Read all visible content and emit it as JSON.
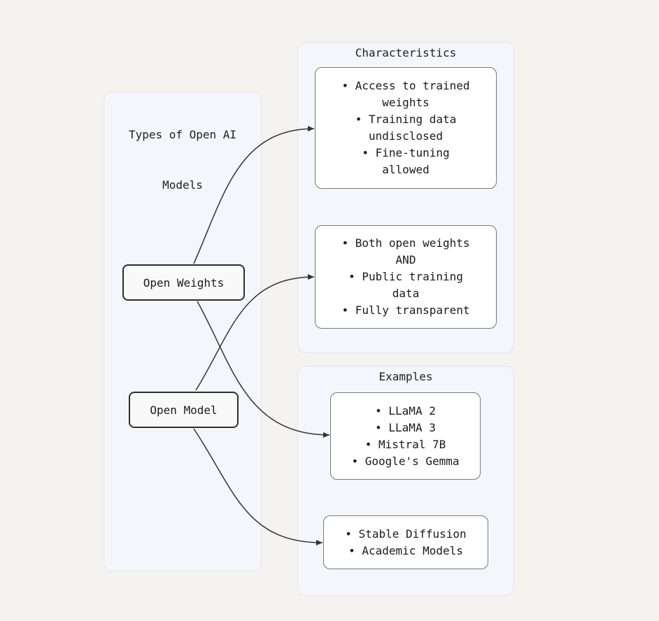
{
  "diagram": {
    "type": "flowchart",
    "left_cluster": {
      "title_lines": [
        "Types of Open AI",
        "Models"
      ],
      "nodes": [
        {
          "id": "open-weights",
          "label": "Open Weights"
        },
        {
          "id": "open-model",
          "label": "Open Model"
        }
      ]
    },
    "characteristics_cluster": {
      "title": "Characteristics",
      "boxes": [
        {
          "id": "open-weights-characteristics",
          "lines": [
            "• Access to trained",
            "weights",
            "• Training data",
            "undisclosed",
            "• Fine-tuning",
            "allowed"
          ]
        },
        {
          "id": "open-model-characteristics",
          "lines": [
            "• Both open weights",
            "AND",
            "• Public training",
            "data",
            "• Fully transparent"
          ]
        }
      ]
    },
    "examples_cluster": {
      "title": "Examples",
      "boxes": [
        {
          "id": "open-weights-examples",
          "lines": [
            "• LLaMA 2",
            "• LLaMA 3",
            "• Mistral 7B",
            "• Google's Gemma"
          ]
        },
        {
          "id": "open-model-examples",
          "lines": [
            "• Stable Diffusion",
            "• Academic Models"
          ]
        }
      ]
    },
    "edges": [
      {
        "from": "open-weights",
        "to": "open-weights-characteristics"
      },
      {
        "from": "open-model",
        "to": "open-model-characteristics"
      },
      {
        "from": "open-weights",
        "to": "open-weights-examples"
      },
      {
        "from": "open-model",
        "to": "open-model-examples"
      }
    ],
    "colors": {
      "page_background": "#f5f3f0",
      "cluster_fill": "#f4f6fc",
      "cluster_border": "#e2e4ec",
      "node_fill": "#f9f9f9",
      "node_border": "#2d2d2d",
      "box_fill": "#ffffff",
      "box_border": "#777777",
      "edge_stroke": "#333333",
      "text": "#1a1a1a"
    }
  }
}
